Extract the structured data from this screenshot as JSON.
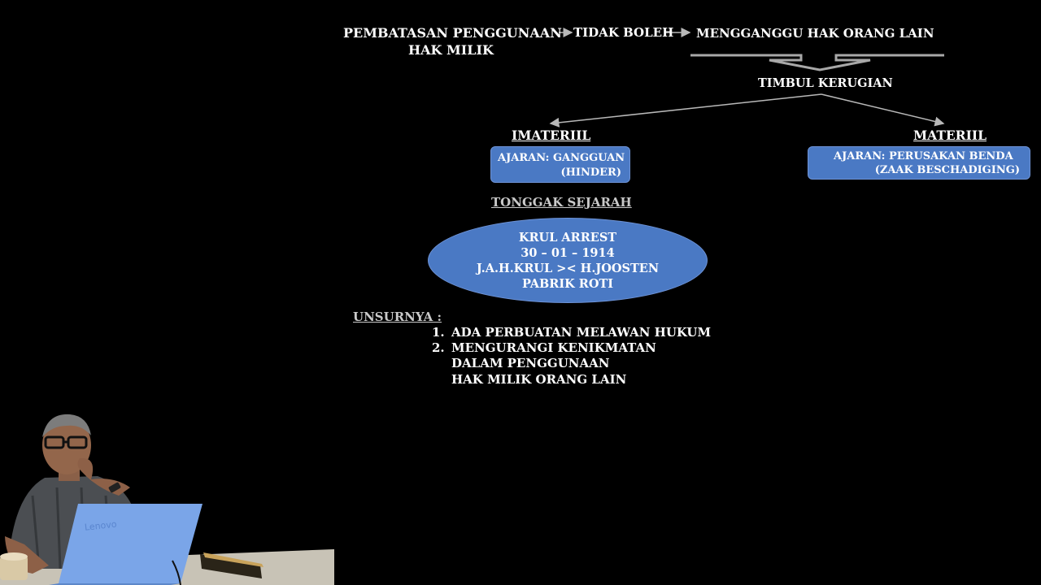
{
  "diagram": {
    "top_left_line1": "PEMBATASAN PENGGUNAAN",
    "top_left_line2": "HAK MILIK",
    "top_middle": "TIDAK BOLEH",
    "top_right": "MENGGANGGU HAK ORANG LAIN",
    "center_node": "TIMBUL KERUGIAN",
    "left_branch": {
      "heading": "IMATERIIL",
      "box_line1": "AJARAN: GANGGUAN",
      "box_line2": "(HINDER)"
    },
    "right_branch": {
      "heading": "MATERIIL",
      "box_line1": "AJARAN: PERUSAKAN BENDA",
      "box_line2": "(ZAAK BESCHADIGING)"
    },
    "history_heading": "TONGGAK SEJARAH",
    "ellipse_lines": [
      "KRUL ARREST",
      "30 – 01 – 1914",
      "J.A.H.KRUL >< H.JOOSTEN",
      "PABRIK ROTI"
    ],
    "elements_heading": "UNSURNYA :",
    "elements": [
      {
        "num": "1.",
        "lines": [
          "ADA PERBUATAN MELAWAN HUKUM"
        ]
      },
      {
        "num": "2.",
        "lines": [
          "MENGURANGI KENIKMATAN",
          "DALAM PENGGUNAAN",
          "HAK MILIK ORANG LAIN"
        ]
      }
    ]
  },
  "presenter": {
    "laptop_brand": "Lenovo"
  },
  "colors": {
    "background": "#000000",
    "box_fill": "#4a79c4",
    "arrow": "#b8b8b8",
    "text": "#ffffff"
  }
}
